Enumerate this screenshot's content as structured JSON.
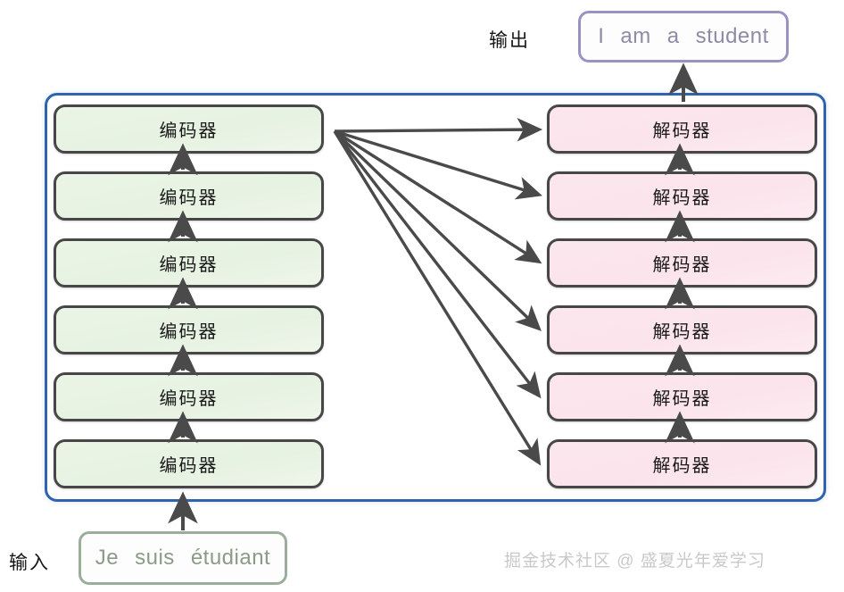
{
  "diagram": {
    "title_labels": {
      "output": "输出",
      "input": "输入"
    },
    "watermark": "掘金技术社区 @ 盛夏光年爱学习",
    "colors": {
      "frame_blue": "#2f63ad",
      "encoder_fill": "#e8f4e4",
      "encoder_border": "#474747",
      "decoder_fill": "#fce6ee",
      "decoder_border": "#474747",
      "output_box_border": "#9a93c0",
      "output_text": "#8e8ba5",
      "input_box_border": "#9bae9b",
      "input_text": "#8b9c86",
      "arrow": "#4a4a4a",
      "watermark": "#c9c9c9"
    }
  },
  "output_box": {
    "tokens": [
      "I",
      "am",
      "a",
      "student"
    ]
  },
  "input_box": {
    "tokens": [
      "Je",
      "suis",
      "étudiant"
    ]
  },
  "encoder_stack": {
    "label": "编码器",
    "count": 6,
    "blocks": [
      {
        "label": "编码器"
      },
      {
        "label": "编码器"
      },
      {
        "label": "编码器"
      },
      {
        "label": "编码器"
      },
      {
        "label": "编码器"
      },
      {
        "label": "编码器"
      }
    ]
  },
  "decoder_stack": {
    "label": "解码器",
    "count": 6,
    "blocks": [
      {
        "label": "解码器"
      },
      {
        "label": "解码器"
      },
      {
        "label": "解码器"
      },
      {
        "label": "解码器"
      },
      {
        "label": "解码器"
      },
      {
        "label": "解码器"
      }
    ]
  }
}
